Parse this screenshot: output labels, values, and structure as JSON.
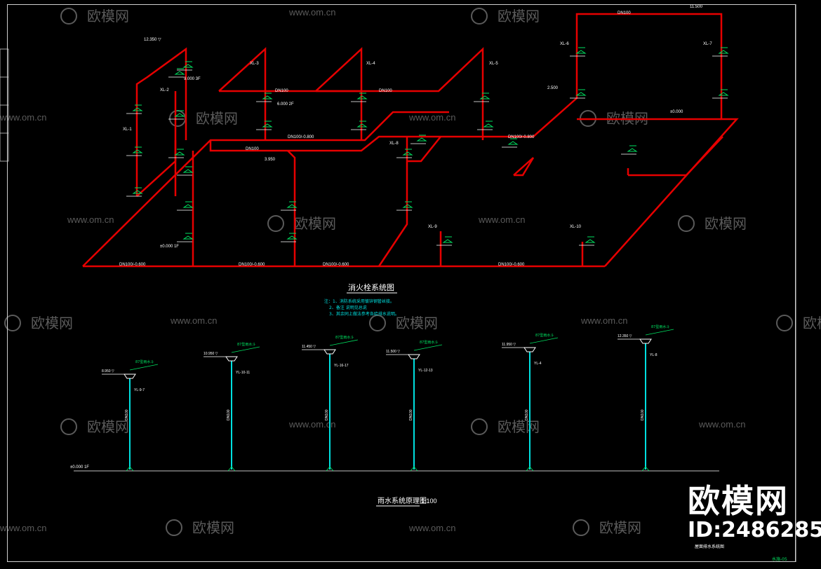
{
  "drawing": {
    "fire_title": "消火栓系统图",
    "rain_title": "雨水系统原理图",
    "rain_scale": "1:100",
    "notes": [
      "注：1、消防系统采用镀锌钢管丝接。",
      "2、备注    说明见总说",
      "3、其余同上做法参考各给排水说明。"
    ],
    "corner_note": "屋面排水系统图",
    "sheet_no": "水施-05"
  },
  "fire_system": {
    "main_pipe_labels": [
      "DN100/-0.600",
      "DN100/-0.600",
      "DN100/-0.600",
      "DN100/-0.600"
    ],
    "elevations": [
      "12.350 ▽",
      "9.000 3F",
      "6.000 2F",
      "±0.000 1F",
      "3.950",
      "11.500",
      "2.500",
      "±0.000"
    ],
    "riser_tags": [
      "XL-1",
      "XL-2",
      "XL-3",
      "XL-4",
      "XL-5",
      "XL-6",
      "XL-7",
      "XL-8",
      "XL-9",
      "XL-10"
    ],
    "dn_labels": [
      "DN100",
      "DN100",
      "DN100/-0.800",
      "DN100/-0.800",
      "DN100",
      "DN100"
    ],
    "colors": {
      "pipe": "#e60000",
      "riser_tag": "#ffffff",
      "symbol": "#00e060",
      "dim": "#00e060",
      "text": "#ffffff"
    }
  },
  "rain_system": {
    "ground_label": "±0.000 1F",
    "risers": [
      {
        "tag": "YL-9-7",
        "elev": "8.950 ▽",
        "drain": "87型雨水斗",
        "pipe": "DN100"
      },
      {
        "tag": "YL-10-11",
        "elev": "10.950 ▽",
        "drain": "87型雨水斗",
        "pipe": "DN100"
      },
      {
        "tag": "YL-16-17",
        "elev": "11.450 ▽",
        "drain": "87型雨水斗",
        "pipe": "DN100"
      },
      {
        "tag": "YL-12-13",
        "elev": "11.500 ▽",
        "drain": "87型雨水斗",
        "pipe": "DN100"
      },
      {
        "tag": "YL-4",
        "elev": "11.950 ▽",
        "drain": "87型雨水斗",
        "pipe": "DN100"
      },
      {
        "tag": "YL-8",
        "elev": "12.350 ▽",
        "drain": "87型雨水斗",
        "pipe": "DN100"
      }
    ],
    "colors": {
      "pipe": "#00e0e0",
      "text": "#ffffff",
      "label": "#00e060"
    }
  },
  "watermark": {
    "brand": "欧模网",
    "site": "www.om.cn",
    "big_brand": "欧模网",
    "id": "ID:2486285"
  }
}
